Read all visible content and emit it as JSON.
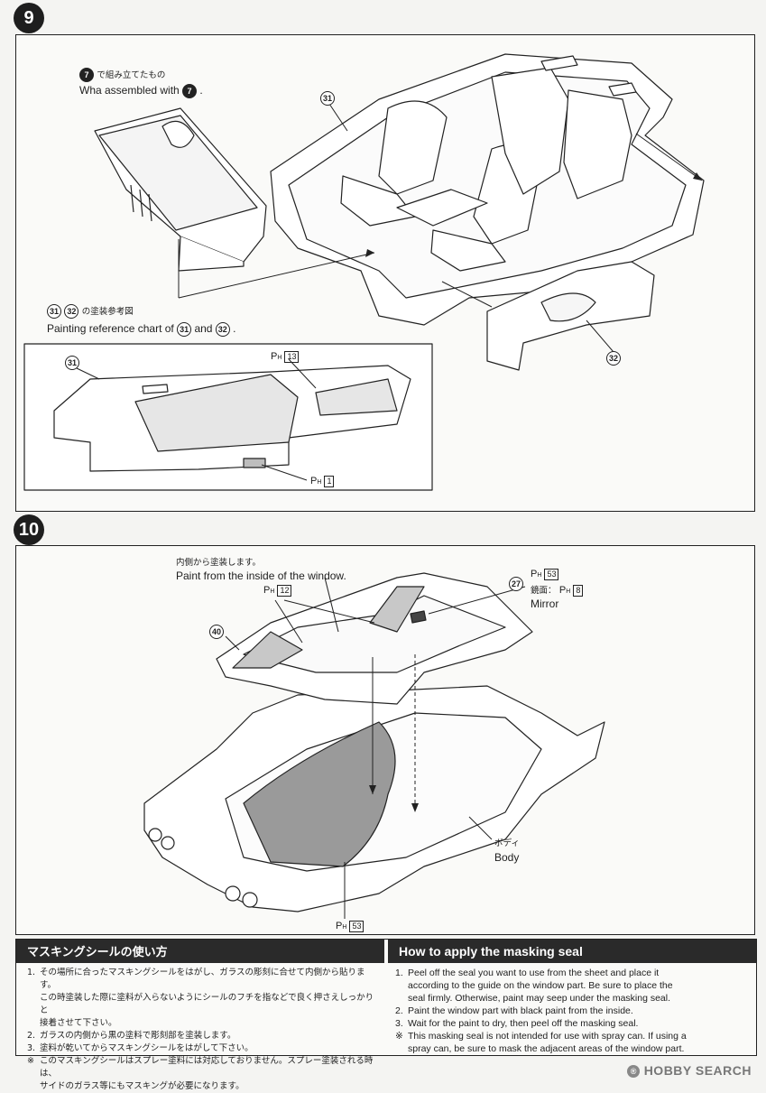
{
  "step9": {
    "number": "9",
    "assembled_note_jp": "で組み立てたもの",
    "assembled_note_en_prefix": "Wha assembled with",
    "assembled_ref": "7",
    "part_31": "31",
    "part_32": "32",
    "painting_ref_jp": "の塗装参考図",
    "painting_ref_en_prefix": "Painting reference chart of",
    "painting_ref_and": "and",
    "paint_ph13": "13",
    "paint_ph1": "1"
  },
  "step10": {
    "number": "10",
    "inside_note_jp": "内側から塗装します。",
    "inside_note_en": "Paint from the inside of the window.",
    "paint_ph12": "12",
    "part_40": "40",
    "part_27": "27",
    "paint_ph53_top": "53",
    "mirror_surface_jp": "鏡面：",
    "paint_ph8": "8",
    "mirror_label": "Mirror",
    "body_jp": "ボディ",
    "body_en": "Body",
    "paint_ph53_bottom": "53"
  },
  "masking": {
    "title_jp": "マスキングシールの使い方",
    "title_en": "How to apply the masking seal",
    "jp_items": [
      {
        "n": "1.",
        "text": "その場所に合ったマスキングシールをはがし、ガラスの彫刻に合せて内側から貼ります。"
      },
      {
        "n": "",
        "text": "この時塗装した際に塗料が入らないようにシールのフチを指などで良く押さえしっかりと"
      },
      {
        "n": "",
        "text": "接着させて下さい。"
      },
      {
        "n": "2.",
        "text": "ガラスの内側から黒の塗料で彫刻部を塗装します。"
      },
      {
        "n": "3.",
        "text": "塗料が乾いてからマスキングシールをはがして下さい。"
      },
      {
        "n": "※",
        "text": "このマスキングシールはスプレー塗料には対応しておりません。スプレー塗装される時は、"
      },
      {
        "n": "",
        "text": "サイドのガラス等にもマスキングが必要になります。"
      }
    ],
    "en_items": [
      {
        "n": "1.",
        "text": "Peel off the seal you want to use from the sheet and place it"
      },
      {
        "n": "",
        "text": "according to the guide on the window part. Be sure to place the"
      },
      {
        "n": "",
        "text": "seal firmly. Otherwise, paint may seep under the masking seal."
      },
      {
        "n": "2.",
        "text": "Paint the window part with black paint from the inside."
      },
      {
        "n": "3.",
        "text": "Wait for the paint to dry, then peel off the masking seal."
      },
      {
        "n": "※",
        "text": "This masking seal is not intended for use with spray can. If using a"
      },
      {
        "n": "",
        "text": "spray can, be sure to mask the adjacent areas of the window part."
      }
    ]
  },
  "watermark": "HOBBY SEARCH"
}
